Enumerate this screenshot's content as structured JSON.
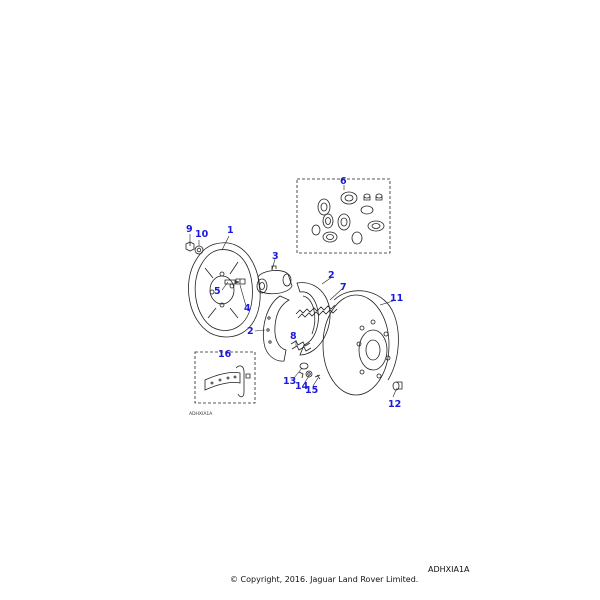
{
  "diagram": {
    "small_code": "ADHXIA1A",
    "callout_color": "#1a1adc",
    "line_color": "#222222",
    "callouts": {
      "c1": "1",
      "c2a": "2",
      "c2b": "2",
      "c3": "3",
      "c4": "4",
      "c5": "5",
      "c6": "6",
      "c7": "7",
      "c8": "8",
      "c9": "9",
      "c10": "10",
      "c11": "11",
      "c12": "12",
      "c13": "13",
      "c14": "14",
      "c15": "15",
      "c16": "16"
    }
  },
  "footer": {
    "ref_code": "ADHXIA1A",
    "copyright": "© Copyright, 2016. Jaguar Land Rover Limited."
  }
}
